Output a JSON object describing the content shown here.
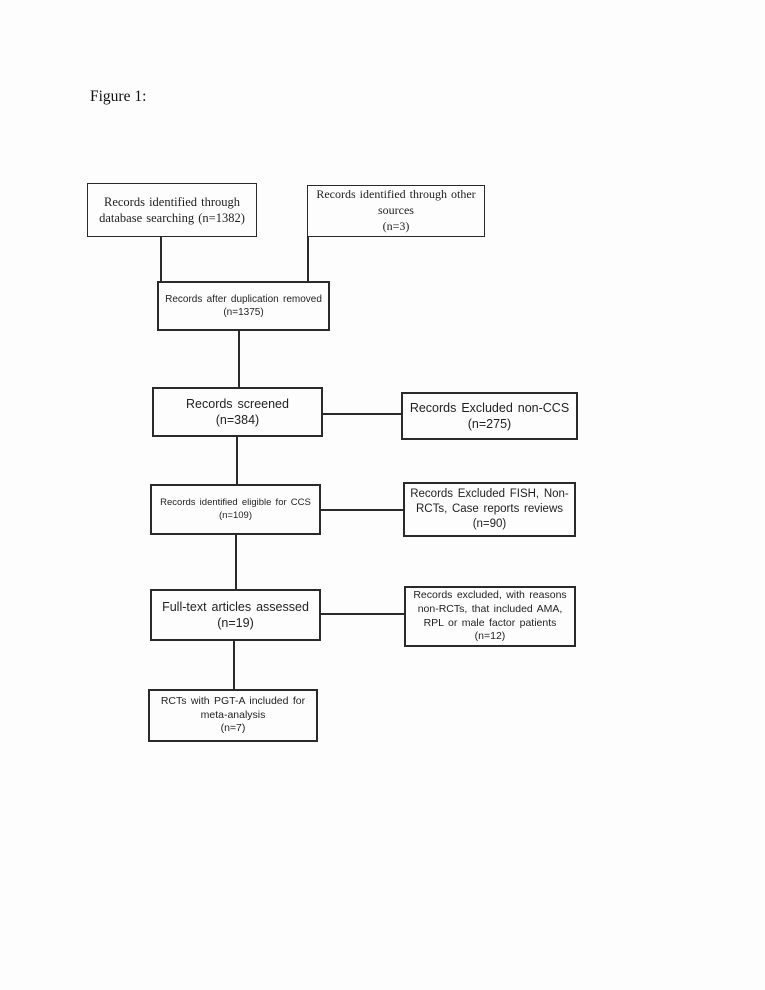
{
  "figure": {
    "label": "Figure 1:"
  },
  "flowchart": {
    "boxes": {
      "identified_database": "Records identified through\ndatabase searching (n=1382)",
      "identified_other": "Records identified through other\nsources\n(n=3)",
      "after_duplication": "Records after duplication removed\n(n=1375)",
      "screened": "Records screened\n(n=384)",
      "excluded_non_ccs": "Records Excluded non-CCS\n(n=275)",
      "eligible_ccs": "Records identified eligible for CCS\n(n=109)",
      "excluded_fish_nonrct": "Records Excluded FISH, Non-\nRCTs, Case reports reviews\n(n=90)",
      "fulltext_assessed": "Full-text articles assessed\n(n=19)",
      "excluded_with_reasons": "Records excluded, with reasons\nnon-RCTs, that included AMA,\nRPL or male factor patients\n(n=12)",
      "included_meta_analysis": "RCTs with PGT-A included for\nmeta-analysis\n(n=7)"
    },
    "counts": {
      "database_searching": 1382,
      "other_sources": 3,
      "after_duplication": 1375,
      "screened": 384,
      "excluded_non_ccs": 275,
      "eligible_ccs": 109,
      "excluded_fish_nonrct": 90,
      "fulltext_assessed": 19,
      "excluded_with_reasons": 12,
      "included_meta_analysis": 7
    },
    "colors": {
      "line": "#2a2a2a",
      "background": "#fdfdfd",
      "text": "#1f1f1f"
    }
  }
}
